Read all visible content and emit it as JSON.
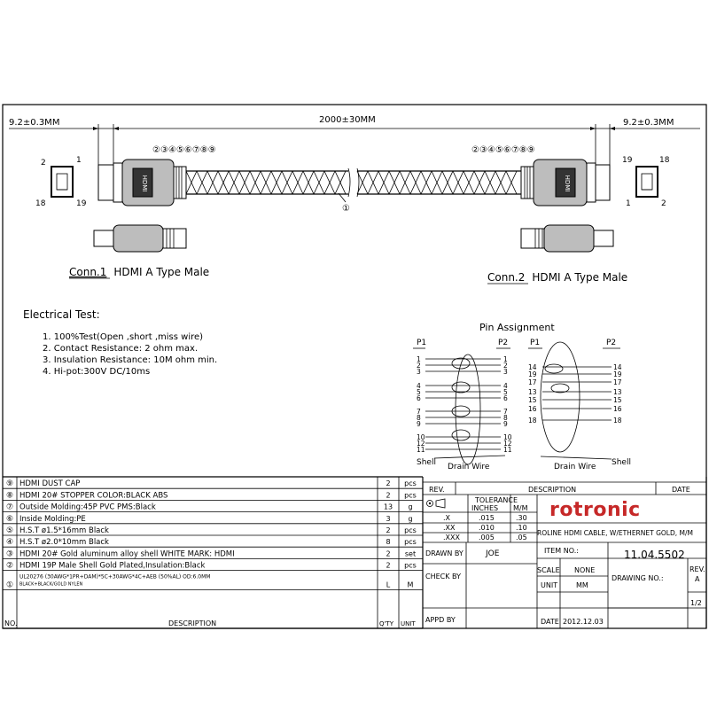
{
  "dimensions": {
    "left_pin": "9.2±0.3MM",
    "length": "2000±30MM",
    "right_pin": "9.2±0.3MM"
  },
  "callout_numbers": "②③④⑤⑥⑦⑧⑨",
  "cable_callout": "①",
  "conn1": {
    "pin_top_left": "2",
    "pin_top_right": "1",
    "pin_bottom_left": "18",
    "pin_bottom_right": "19",
    "logo": "HDMI",
    "title_underlined": "Conn.1",
    "title_rest": "HDMI A Type Male"
  },
  "conn2": {
    "pin_top_left": "19",
    "pin_top_right": "18",
    "pin_bottom_left": "1",
    "pin_bottom_right": "2",
    "logo": "HDMI",
    "title_underlined": "Conn.2",
    "title_rest": "HDMI A Type Male"
  },
  "electrical": {
    "title": "Electrical Test:",
    "items": [
      "1.  100%Test(Open ,short ,miss wire)",
      "2.  Contact Resistance: 2 ohm max.",
      "3.  Insulation Resistance: 10M ohm min.",
      "4.  Hi-pot:300V DC/10ms"
    ]
  },
  "pin_assignment": {
    "title": "Pin Assignment",
    "p1": "P1",
    "p2": "P2",
    "left_pins": [
      "1",
      "2",
      "3",
      "4",
      "5",
      "6",
      "7",
      "8",
      "9",
      "10",
      "12",
      "11"
    ],
    "right_pins": [
      "14",
      "19",
      "17",
      "13",
      "15",
      "16",
      "18"
    ],
    "shell": "Shell",
    "drain": "Drain Wire"
  },
  "bom": {
    "rows": [
      {
        "no": "⑨",
        "desc": "HDMI DUST CAP",
        "qty": "2",
        "unit": "pcs"
      },
      {
        "no": "⑧",
        "desc": "HDMI 20# STOPPER COLOR:BLACK ABS",
        "qty": "2",
        "unit": "pcs"
      },
      {
        "no": "⑦",
        "desc": "Outside Molding:45P PVC PMS:Black",
        "qty": "13",
        "unit": "g"
      },
      {
        "no": "⑥",
        "desc": "Inside Molding:PE",
        "qty": "3",
        "unit": "g"
      },
      {
        "no": "⑤",
        "desc": "H.S.T ø1.5*16mm Black",
        "qty": "2",
        "unit": "pcs"
      },
      {
        "no": "④",
        "desc": "H.S.T ø2.0*10mm Black",
        "qty": "8",
        "unit": "pcs"
      },
      {
        "no": "③",
        "desc": "HDMI 20# Gold   aluminum alloy shell WHITE MARK: HDMI",
        "qty": "2",
        "unit": "set"
      },
      {
        "no": "②",
        "desc": "HDMI 19P Male Shell Gold Plated,Insulation:Black",
        "qty": "2",
        "unit": "pcs"
      },
      {
        "no": "①",
        "desc": "UL20276 (30AWG*1PR+DAM)*5C+30AWG*4C+AEB (50%AL)   OD:6.0MM",
        "desc2": "BLACK+BLACK/GOLD NYLEN",
        "qty": "L",
        "unit": "M"
      }
    ],
    "header": {
      "no": "NO.",
      "desc": "DESCRIPTION",
      "qty": "Q'TY",
      "unit": "UNIT"
    }
  },
  "title_block": {
    "rev": "REV.",
    "description": "DESCRIPTION",
    "date": "DATE",
    "tolerance": "TOLERANCE",
    "inches": "INCHES",
    "mm": "M/M",
    "tol_rows": [
      {
        "p": ".X",
        "in": ".015",
        "mm": ".30"
      },
      {
        "p": ".XX",
        "in": ".010",
        "mm": ".10"
      },
      {
        "p": ".XXX",
        "in": ".005",
        "mm": ".05"
      }
    ],
    "brand": "rotronic",
    "product": "ROLINE HDMI CABLE, W/ETHERNET GOLD, M/M",
    "drawn_by_label": "DRAWN BY",
    "drawn_by": "JOE",
    "item_no_label": "ITEM NO.:",
    "item_no": "11.04.5502",
    "check_by": "CHECK BY",
    "appd_by": "APPD BY",
    "scale_label": "SCALE",
    "scale": "NONE",
    "unit_label": "UNIT",
    "unit": "MM",
    "date_label": "DATE",
    "date_value": "2012.12.03",
    "drawing_no_label": "DRAWING NO.:",
    "rev_label": "REV.",
    "rev_value": "A",
    "sheet": "1/2"
  }
}
